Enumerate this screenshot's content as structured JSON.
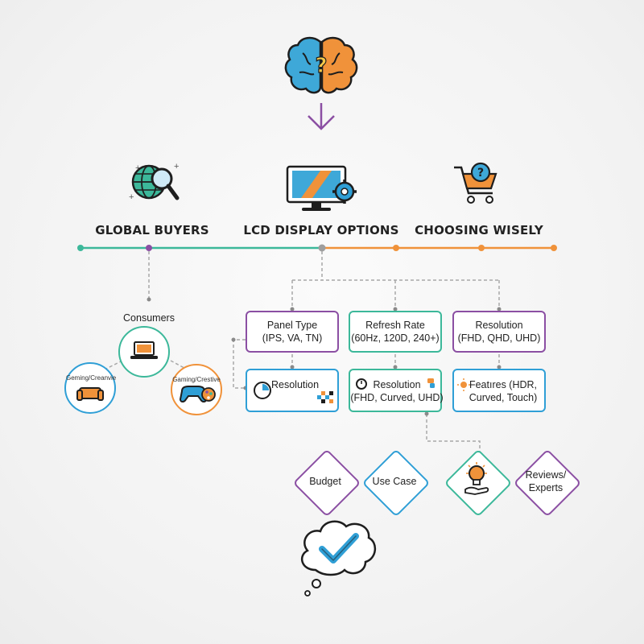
{
  "columns": {
    "left": "GLOBAL BUYERS",
    "center": "LCD DISPLAY OPTIONS",
    "right": "CHOOSING WISELY"
  },
  "consumers": {
    "title": "Consumers",
    "left_label": "Geming/Creanvie",
    "right_label": "Gaming/Crestive"
  },
  "options_row1": {
    "panel": "Panel Type\n(IPS, VA, TN)",
    "refresh": "Refresh Rate\n(60Hz, 120D, 240+)",
    "resolution": "Resolution\n(FHD, QHD, UHD)"
  },
  "options_row2": {
    "left": "Resolution",
    "center": "Resolution\n(FHD, Curved, UHD)",
    "right": "Featıres (HDR,\nCurved, Touch)"
  },
  "criteria": {
    "budget": "Budget",
    "use_case": "Use Case",
    "reviews": "Reviews/\nExperts"
  },
  "colors": {
    "purple": "#8b4fa3",
    "teal": "#3cb89a",
    "blue": "#2f9fd6",
    "orange": "#f0923a"
  },
  "icons": [
    "brain-question-icon",
    "down-arrow-icon",
    "globe-search-icon",
    "monitor-gear-icon",
    "cart-question-icon",
    "laptop-icon",
    "sofa-icon",
    "gamepad-palette-icon",
    "clock-icon",
    "pixels-icon",
    "gear-small-icon",
    "sun-icon",
    "lightbulb-hand-icon",
    "checkmark-cloud-icon"
  ]
}
